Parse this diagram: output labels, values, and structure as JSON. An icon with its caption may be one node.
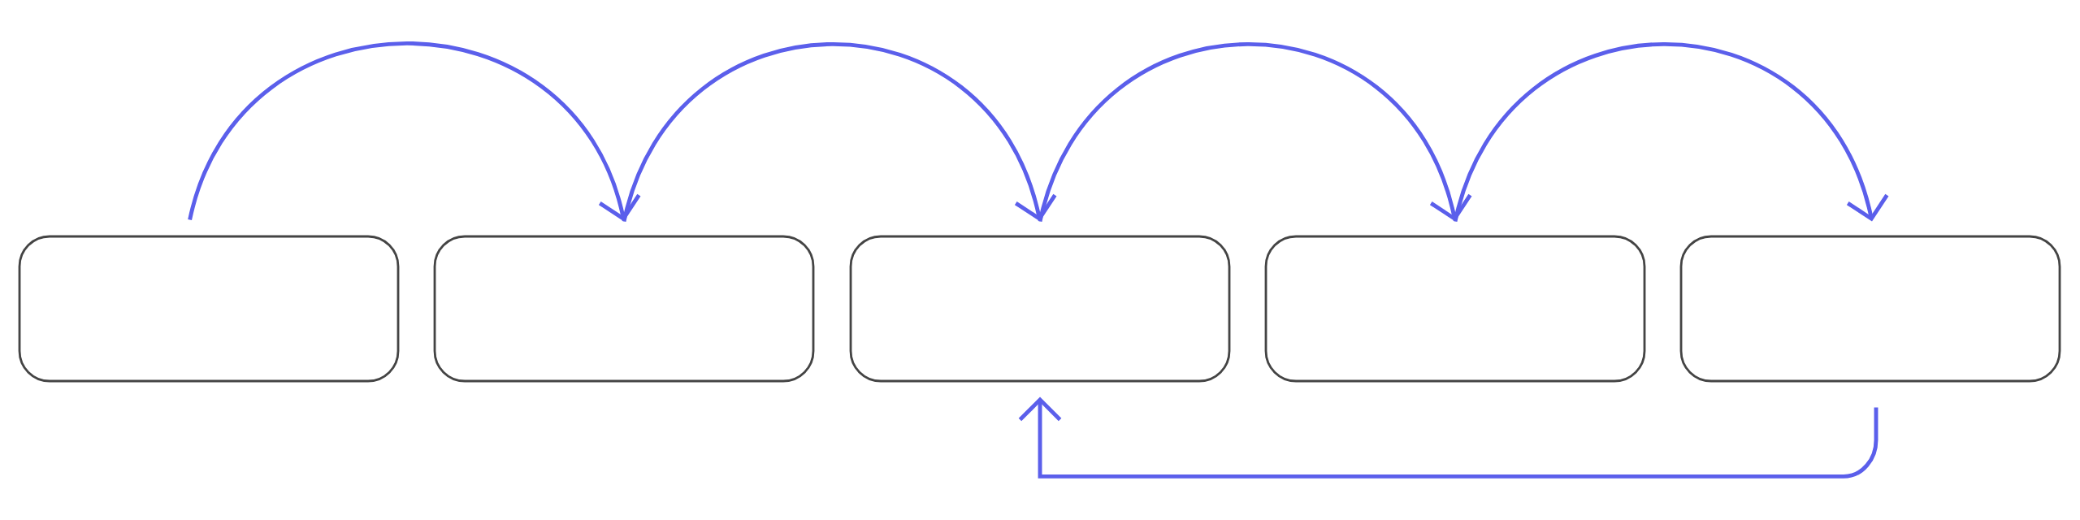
{
  "diagram": {
    "nodes": [
      {
        "text": [],
        "shape": "box"
      },
      {
        "text": [],
        "shape": "box"
      },
      {
        "text": [],
        "shape": "box"
      },
      {
        "text": [],
        "shape": "box"
      },
      {
        "text": [],
        "shape": "box"
      }
    ],
    "edges": [
      {
        "from": 0,
        "to": 1,
        "arrow": "to"
      },
      {
        "from": 1,
        "to": 2,
        "arrow": "to"
      },
      {
        "from": 2,
        "to": 3,
        "arrow": "to"
      },
      {
        "from": 3,
        "to": 4,
        "arrow": "to"
      },
      {
        "from": 4,
        "to": 2,
        "arrow": "to"
      }
    ]
  }
}
